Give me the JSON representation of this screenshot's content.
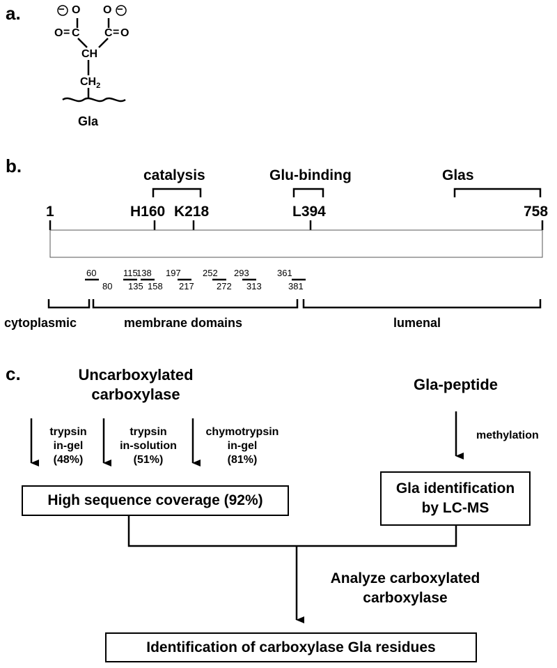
{
  "panel_a": {
    "label": "a.",
    "chem": {
      "o1": "O",
      "o2": "O",
      "o3": "O",
      "o4": "O",
      "c1": "C",
      "c2": "C",
      "ch": "CH",
      "ch2": "CH",
      "ch2_sub": "2",
      "charge1": "−",
      "charge2": "−"
    },
    "name": "Gla"
  },
  "panel_b": {
    "label": "b.",
    "group_labels": {
      "catalysis": "catalysis",
      "glu_binding": "Glu-binding",
      "glas": "Glas"
    },
    "position_labels": {
      "start": "1",
      "h160": "H160",
      "k218": "K218",
      "l394": "L394",
      "end": "758"
    },
    "tm_starts": [
      "60",
      "115",
      "138",
      "197",
      "252",
      "293",
      "361"
    ],
    "tm_ends": [
      "80",
      "135",
      "158",
      "217",
      "272",
      "313",
      "381"
    ],
    "domains": {
      "cytoplasmic": "cytoplasmic",
      "membrane": "membrane domains",
      "lumenal": "lumenal"
    }
  },
  "panel_c": {
    "label": "c.",
    "uncarboxylated": [
      "Uncarboxylated",
      "carboxylase"
    ],
    "digests": [
      {
        "line1": "trypsin",
        "line2": "in-gel",
        "pct": "(48%)"
      },
      {
        "line1": "trypsin",
        "line2": "in-solution",
        "pct": "(51%)"
      },
      {
        "line1": "chymotrypsin",
        "line2": "in-gel",
        "pct": "(81%)"
      }
    ],
    "coverage_box": "High sequence coverage (92%)",
    "gla_peptide": "Gla-peptide",
    "methylation": "methylation",
    "gla_id_box": [
      "Gla identification",
      "by LC-MS"
    ],
    "analyze": [
      "Analyze carboxylated",
      "carboxylase"
    ],
    "final_box": "Identification of carboxylase Gla residues"
  }
}
